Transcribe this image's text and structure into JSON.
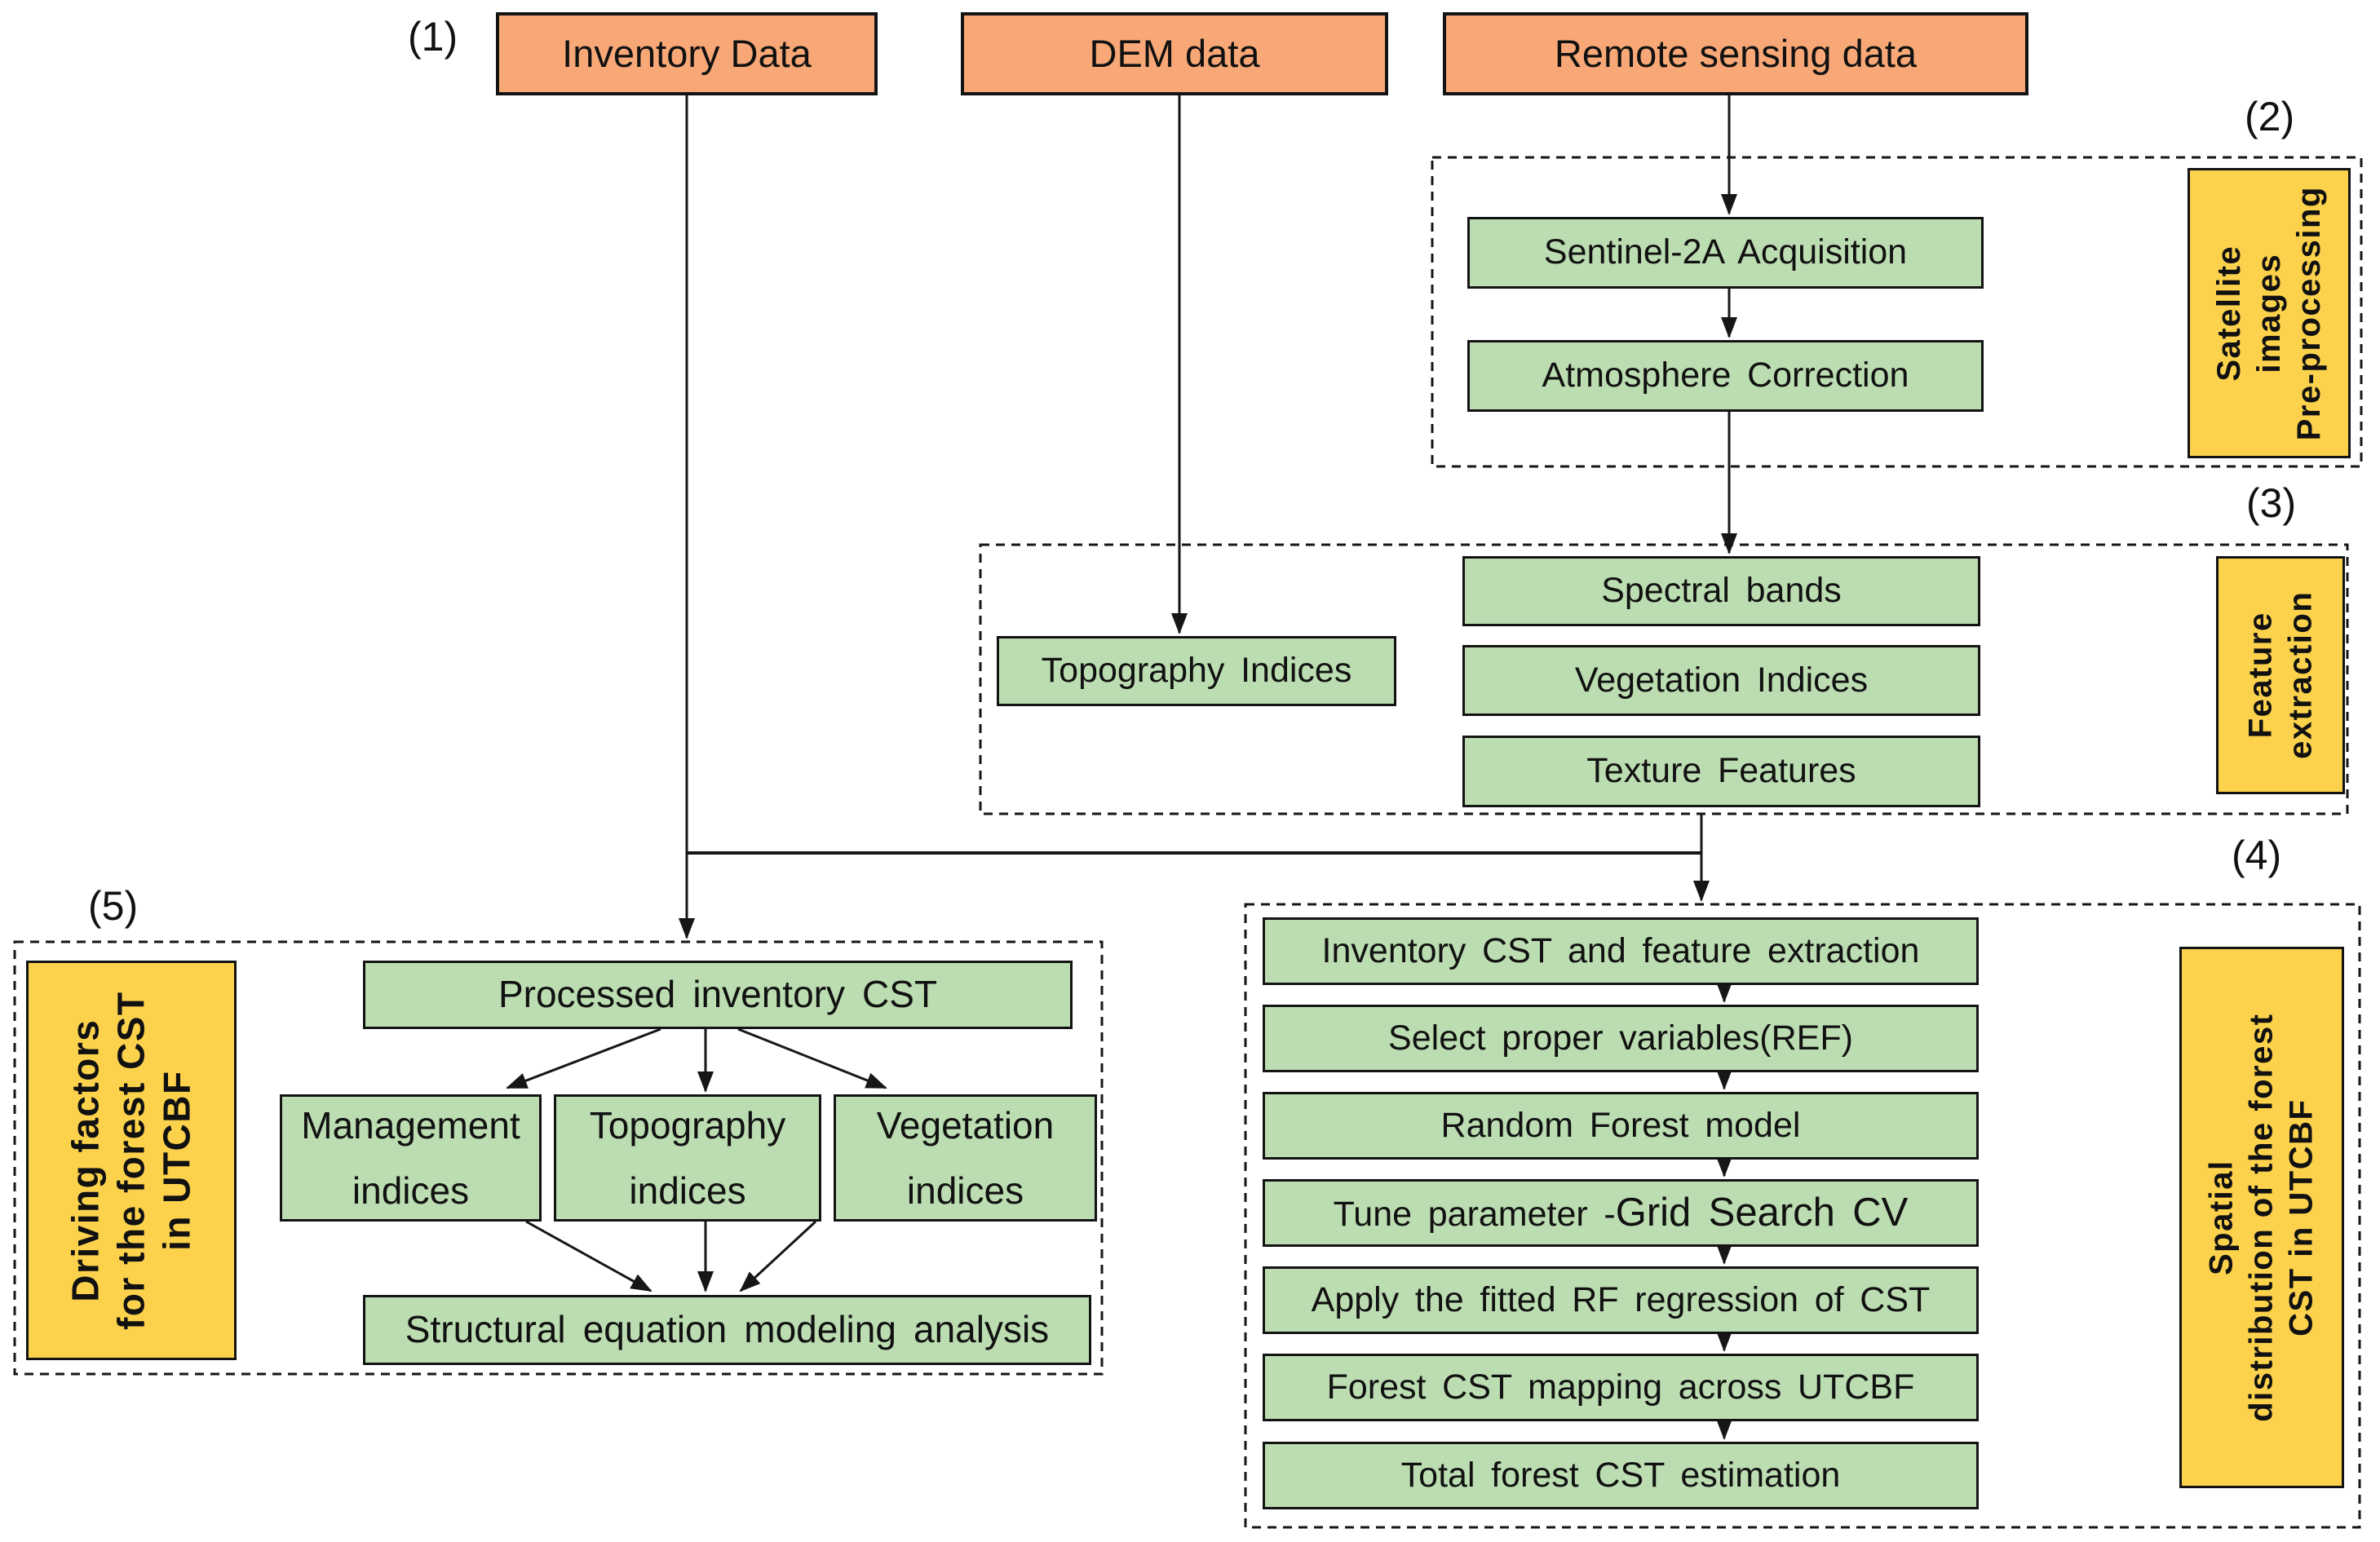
{
  "colors": {
    "orange": "#F8A877",
    "green": "#BCDDB1",
    "yellow": "#FCD24D",
    "line": "#161616",
    "ink": "#111111"
  },
  "section_numbers": {
    "n1": "(1)",
    "n2": "(2)",
    "n3": "(3)",
    "n4": "(4)",
    "n5": "(5)"
  },
  "sources": {
    "inventory": "Inventory Data",
    "dem": "DEM data",
    "remote": "Remote sensing data"
  },
  "preprocessing": {
    "steps": [
      {
        "label": "Sentinel-2A Acquisition"
      },
      {
        "label": "Atmosphere Correction"
      }
    ],
    "side_lines": [
      "Satellite",
      "images",
      "Pre-processing"
    ]
  },
  "features": {
    "topography": "Topography Indices",
    "steps": [
      {
        "label": "Spectral bands"
      },
      {
        "label": "Vegetation Indices"
      },
      {
        "label": "Texture Features"
      }
    ],
    "side_lines": [
      "Feature",
      "extraction"
    ]
  },
  "modeling": {
    "steps": [
      {
        "label": "Inventory CST and feature extraction"
      },
      {
        "label": "Select proper variables(REF)"
      },
      {
        "label": "Random Forest model"
      },
      {
        "prefix": "Tune parameter -",
        "emph": "Grid Search CV"
      },
      {
        "label": "Apply the fitted RF regression of CST"
      },
      {
        "label": "Forest CST mapping across UTCBF"
      },
      {
        "label": "Total forest CST estimation"
      }
    ],
    "side_lines": [
      "Spatial",
      "distribution of the forest",
      "CST in UTCBF"
    ]
  },
  "driving": {
    "top": "Processed inventory CST",
    "factors": [
      {
        "line1": "Management",
        "line2": "indices"
      },
      {
        "line1": "Topography",
        "line2": "indices"
      },
      {
        "line1": "Vegetation",
        "line2": "indices"
      }
    ],
    "bottom": "Structural equation modeling analysis",
    "side_lines": [
      "Driving factors",
      "for the forest CST",
      "in UTCBF"
    ]
  }
}
